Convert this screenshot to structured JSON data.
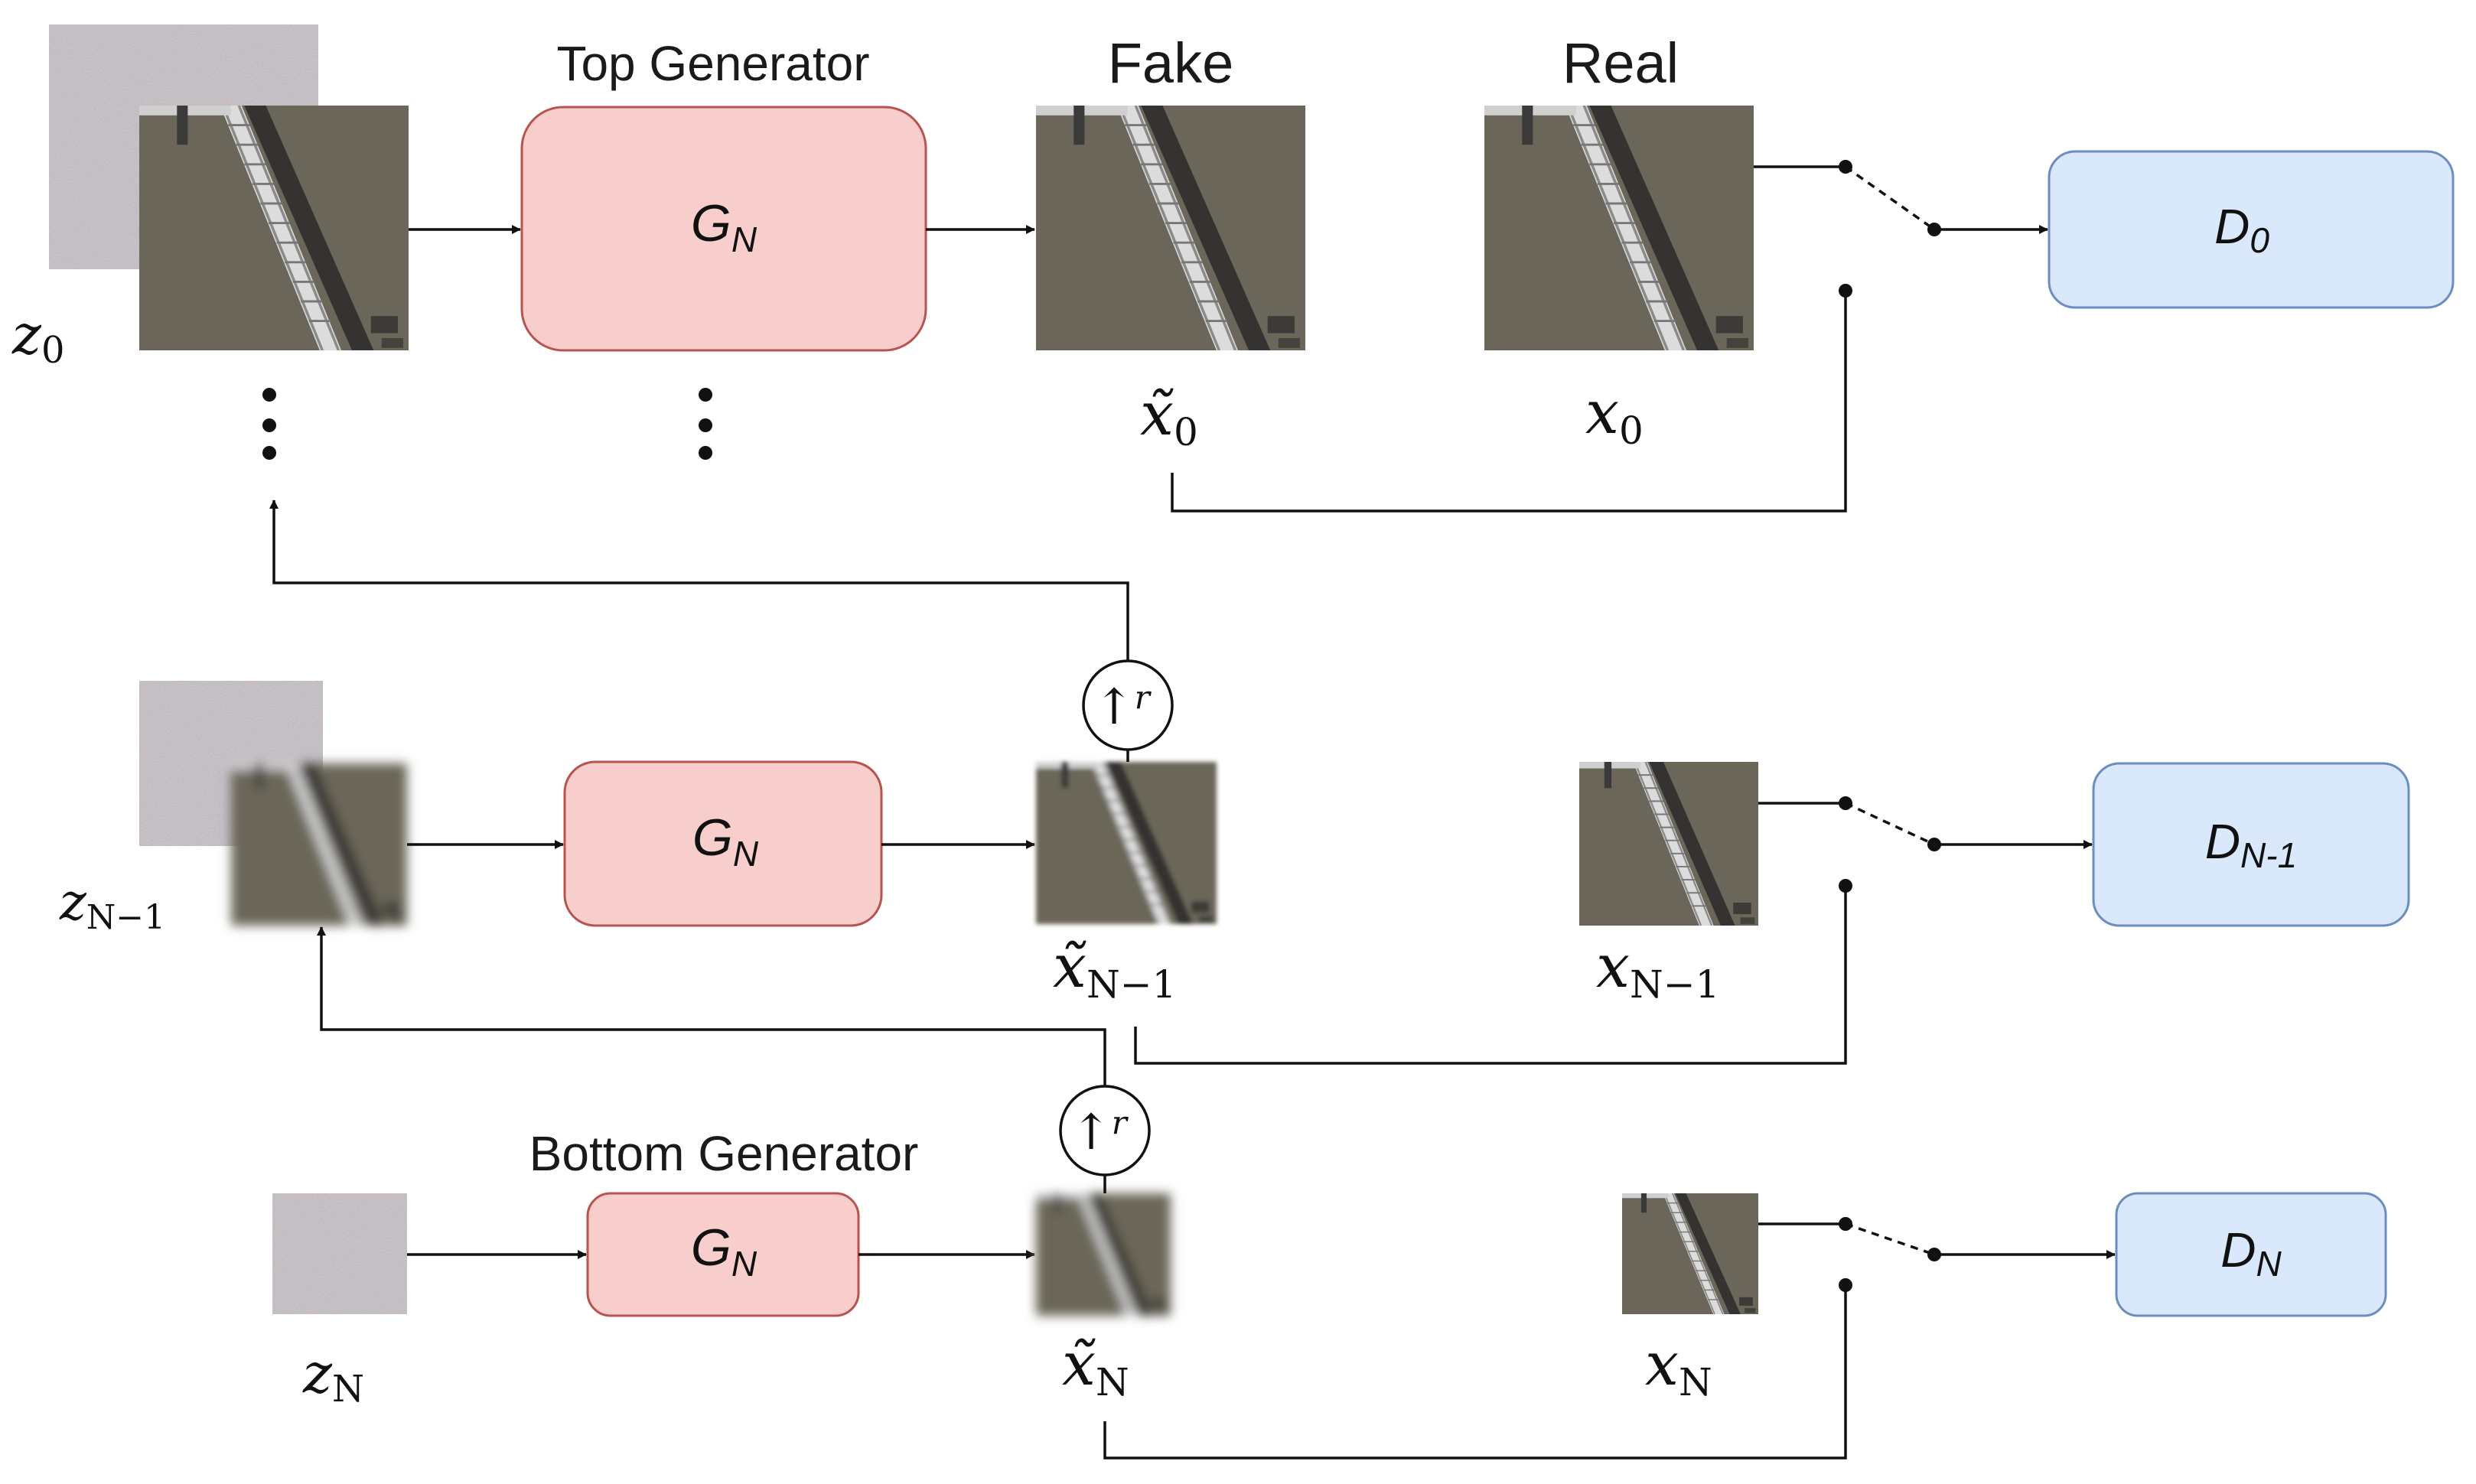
{
  "labels": {
    "top_generator": "Top Generator",
    "bottom_generator": "Bottom Generator",
    "fake": "Fake",
    "real": "Real"
  },
  "generators": {
    "top": {
      "name": "G",
      "sub": "N"
    },
    "middle": {
      "name": "G",
      "sub": "N"
    },
    "bottom": {
      "name": "G",
      "sub": "N"
    }
  },
  "discriminators": {
    "top": {
      "name": "D",
      "sub": "0"
    },
    "middle": {
      "name": "D",
      "sub": "N-1"
    },
    "bottom": {
      "name": "D",
      "sub": "N"
    }
  },
  "math": {
    "z0": {
      "base": "z",
      "sub": "0"
    },
    "zN1": {
      "base": "z",
      "sub": "N−1"
    },
    "zN": {
      "base": "z",
      "sub": "N"
    },
    "xt0": {
      "base": "x̃",
      "sub": "0"
    },
    "xtN1": {
      "base": "x̃",
      "sub": "N−1"
    },
    "xtN": {
      "base": "x̃",
      "sub": "N"
    },
    "x0": {
      "base": "x",
      "sub": "0"
    },
    "xN1": {
      "base": "x",
      "sub": "N−1"
    },
    "xN": {
      "base": "x",
      "sub": "N"
    }
  },
  "upsample": {
    "arrow": "↑",
    "factor": "r"
  },
  "colors": {
    "generator_fill": "#f8cecc",
    "generator_stroke": "#b85450",
    "discriminator_fill": "#dae8fc",
    "discriminator_stroke": "#6c8ebf",
    "ground": "#6b6657",
    "noise": "#837a75"
  }
}
